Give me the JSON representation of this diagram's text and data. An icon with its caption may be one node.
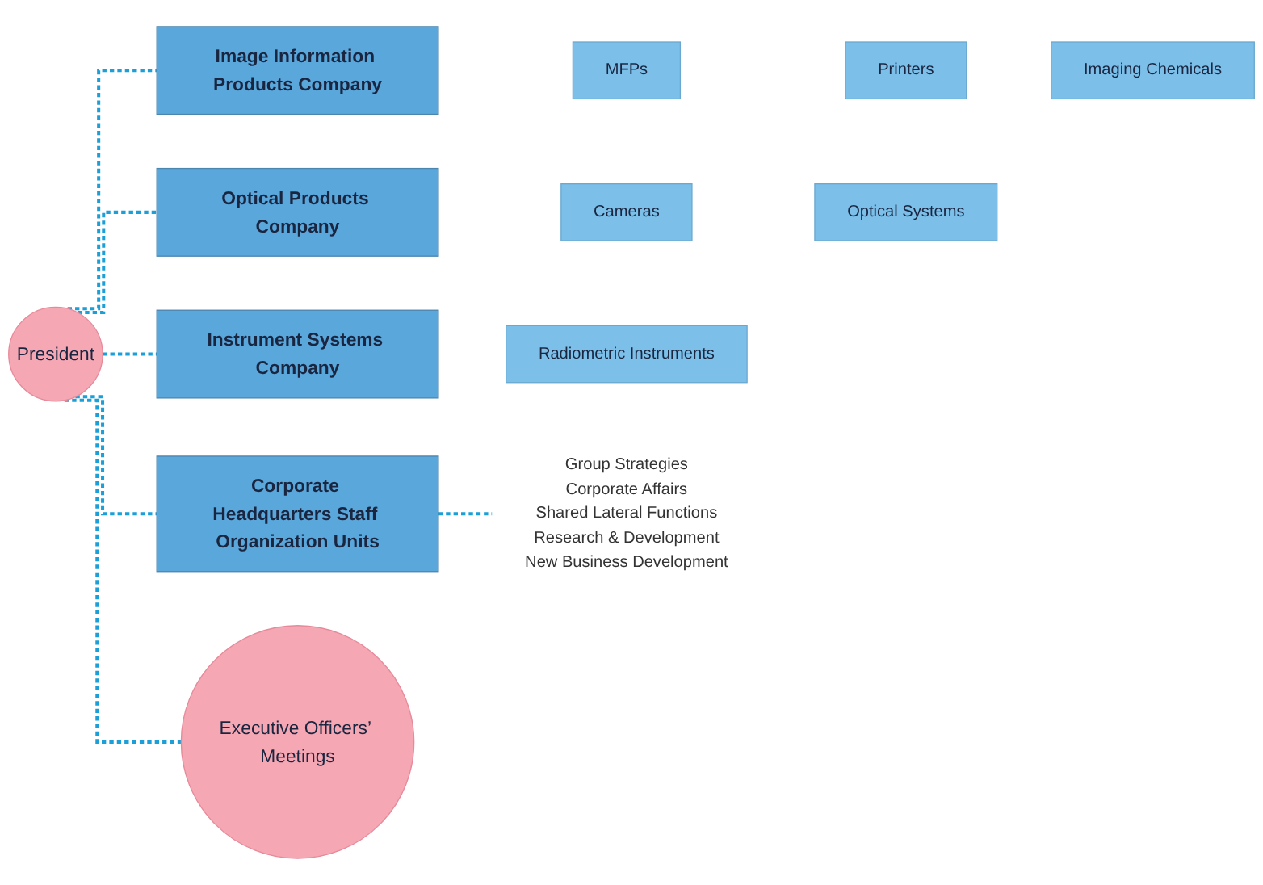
{
  "diagram": {
    "nodes": [
      {
        "text": [
          "President"
        ]
      },
      {
        "text": [
          "Image Information Products Company"
        ]
      },
      {
        "text": [
          "MFPs"
        ]
      },
      {
        "text": [
          "Printers"
        ]
      },
      {
        "text": [
          "Imaging Chemicals"
        ]
      },
      {
        "text": [
          "Optical Products Company"
        ]
      },
      {
        "text": [
          "Cameras"
        ]
      },
      {
        "text": [
          "Optical Systems"
        ]
      },
      {
        "text": [
          "Instrument Systems Company"
        ]
      },
      {
        "text": [
          "Radiometric Instruments"
        ]
      },
      {
        "text": [
          "Corporate Headquarters Staff Organization Units"
        ]
      },
      {
        "text": [
          "Group Strategies",
          "Corporate Affairs",
          "Shared Lateral Functions",
          "Research & Development",
          "New Business Development"
        ]
      },
      {
        "text": [
          "Executive Officers’ Meetings"
        ]
      }
    ],
    "edges": [
      {
        "from": 0,
        "to": 1,
        "arrow": "none",
        "style": "dashed"
      },
      {
        "from": 0,
        "to": 5,
        "arrow": "none",
        "style": "dashed"
      },
      {
        "from": 0,
        "to": 8,
        "arrow": "none",
        "style": "dashed"
      },
      {
        "from": 0,
        "to": 10,
        "arrow": "none",
        "style": "dashed"
      },
      {
        "from": 0,
        "to": 12,
        "arrow": "none",
        "style": "dashed"
      },
      {
        "from": 10,
        "to": 11,
        "arrow": "none",
        "style": "dashed"
      }
    ]
  }
}
